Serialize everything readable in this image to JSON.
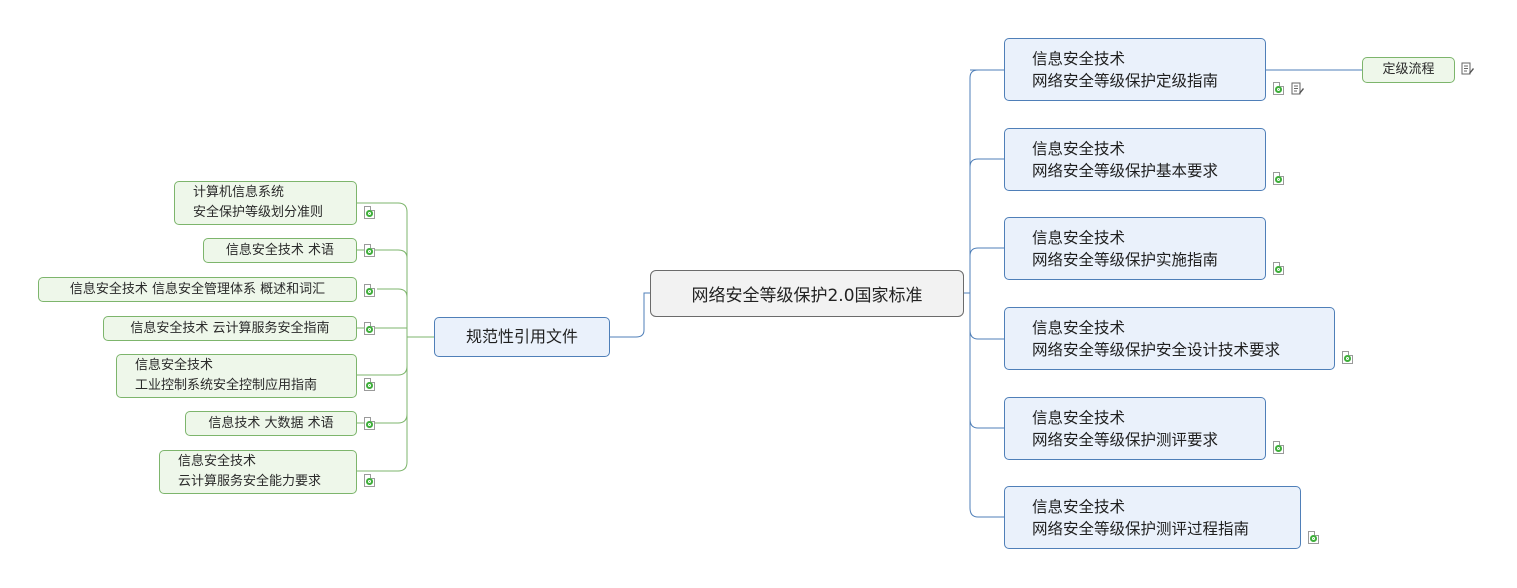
{
  "central": {
    "label": "网络安全等级保护2.0国家标准"
  },
  "left_branch": {
    "label": "规范性引用文件",
    "children": [
      {
        "lines": [
          "计算机信息系统",
          "安全保护等级划分准则"
        ]
      },
      {
        "lines": [
          "信息安全技术 术语"
        ]
      },
      {
        "lines": [
          "信息安全技术 信息安全管理体系 概述和词汇"
        ]
      },
      {
        "lines": [
          "信息安全技术 云计算服务安全指南"
        ]
      },
      {
        "lines": [
          "信息安全技术",
          "工业控制系统安全控制应用指南"
        ]
      },
      {
        "lines": [
          "信息技术 大数据 术语"
        ]
      },
      {
        "lines": [
          "信息安全技术",
          "云计算服务安全能力要求"
        ]
      }
    ]
  },
  "right_nodes": [
    {
      "lines": [
        "信息安全技术",
        "网络安全等级保护定级指南"
      ]
    },
    {
      "lines": [
        "信息安全技术",
        "网络安全等级保护基本要求"
      ]
    },
    {
      "lines": [
        "信息安全技术",
        "网络安全等级保护实施指南"
      ]
    },
    {
      "lines": [
        "信息安全技术",
        "网络安全等级保护安全设计技术要求"
      ]
    },
    {
      "lines": [
        "信息安全技术",
        "网络安全等级保护测评要求"
      ]
    },
    {
      "lines": [
        "信息安全技术",
        "网络安全等级保护测评过程指南"
      ]
    }
  ],
  "sub_node": {
    "label": "定级流程"
  },
  "icons": {
    "document": "document-icon",
    "note": "note-icon"
  },
  "colors": {
    "blue_border": "#4f7fb8",
    "blue_fill": "#eaf1fb",
    "green_border": "#7db56c",
    "green_fill": "#eef7ea",
    "central_border": "#6b6b6b",
    "central_fill": "#f2f2f2"
  }
}
